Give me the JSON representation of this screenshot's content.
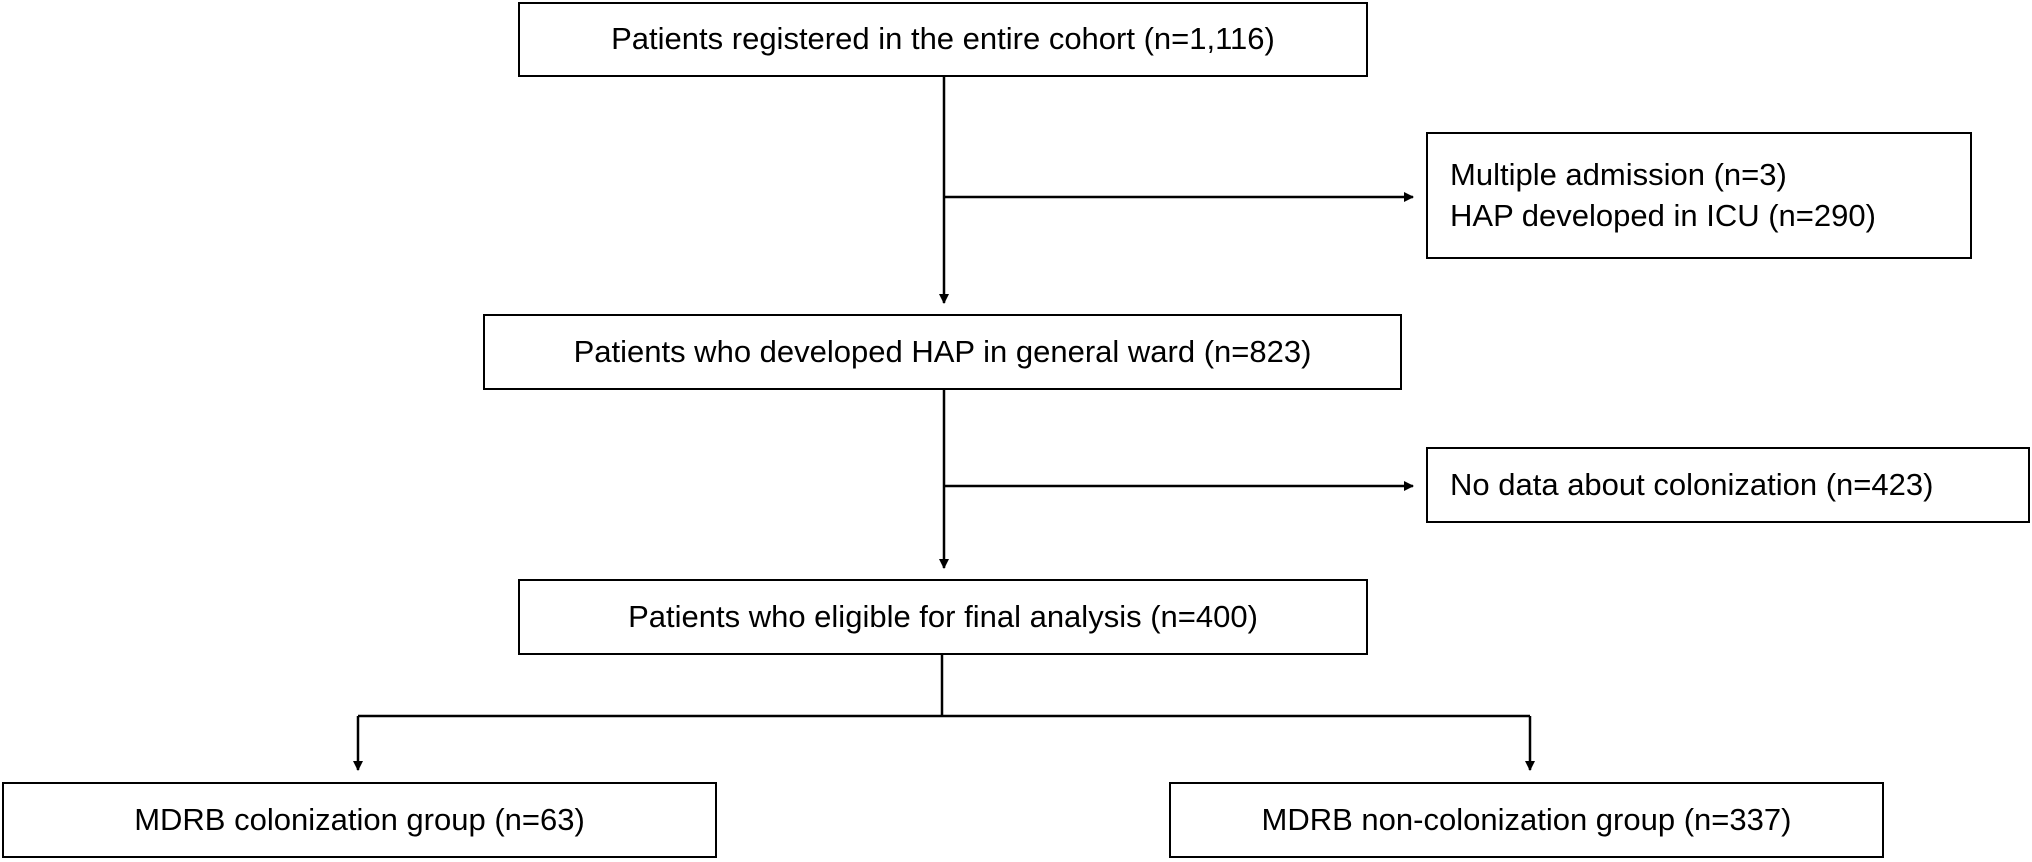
{
  "flowchart": {
    "cohort": "Patients registered in the entire cohort (n=1,116)",
    "exclusion1": {
      "line1": "Multiple admission (n=3)",
      "line2": "HAP developed in ICU (n=290)"
    },
    "general_ward": "Patients who developed HAP in general ward (n=823)",
    "exclusion2": "No data about colonization (n=423)",
    "eligible": "Patients who eligible for final analysis (n=400)",
    "group_colonization": "MDRB colonization group (n=63)",
    "group_non_colonization": "MDRB non-colonization group (n=337)"
  }
}
